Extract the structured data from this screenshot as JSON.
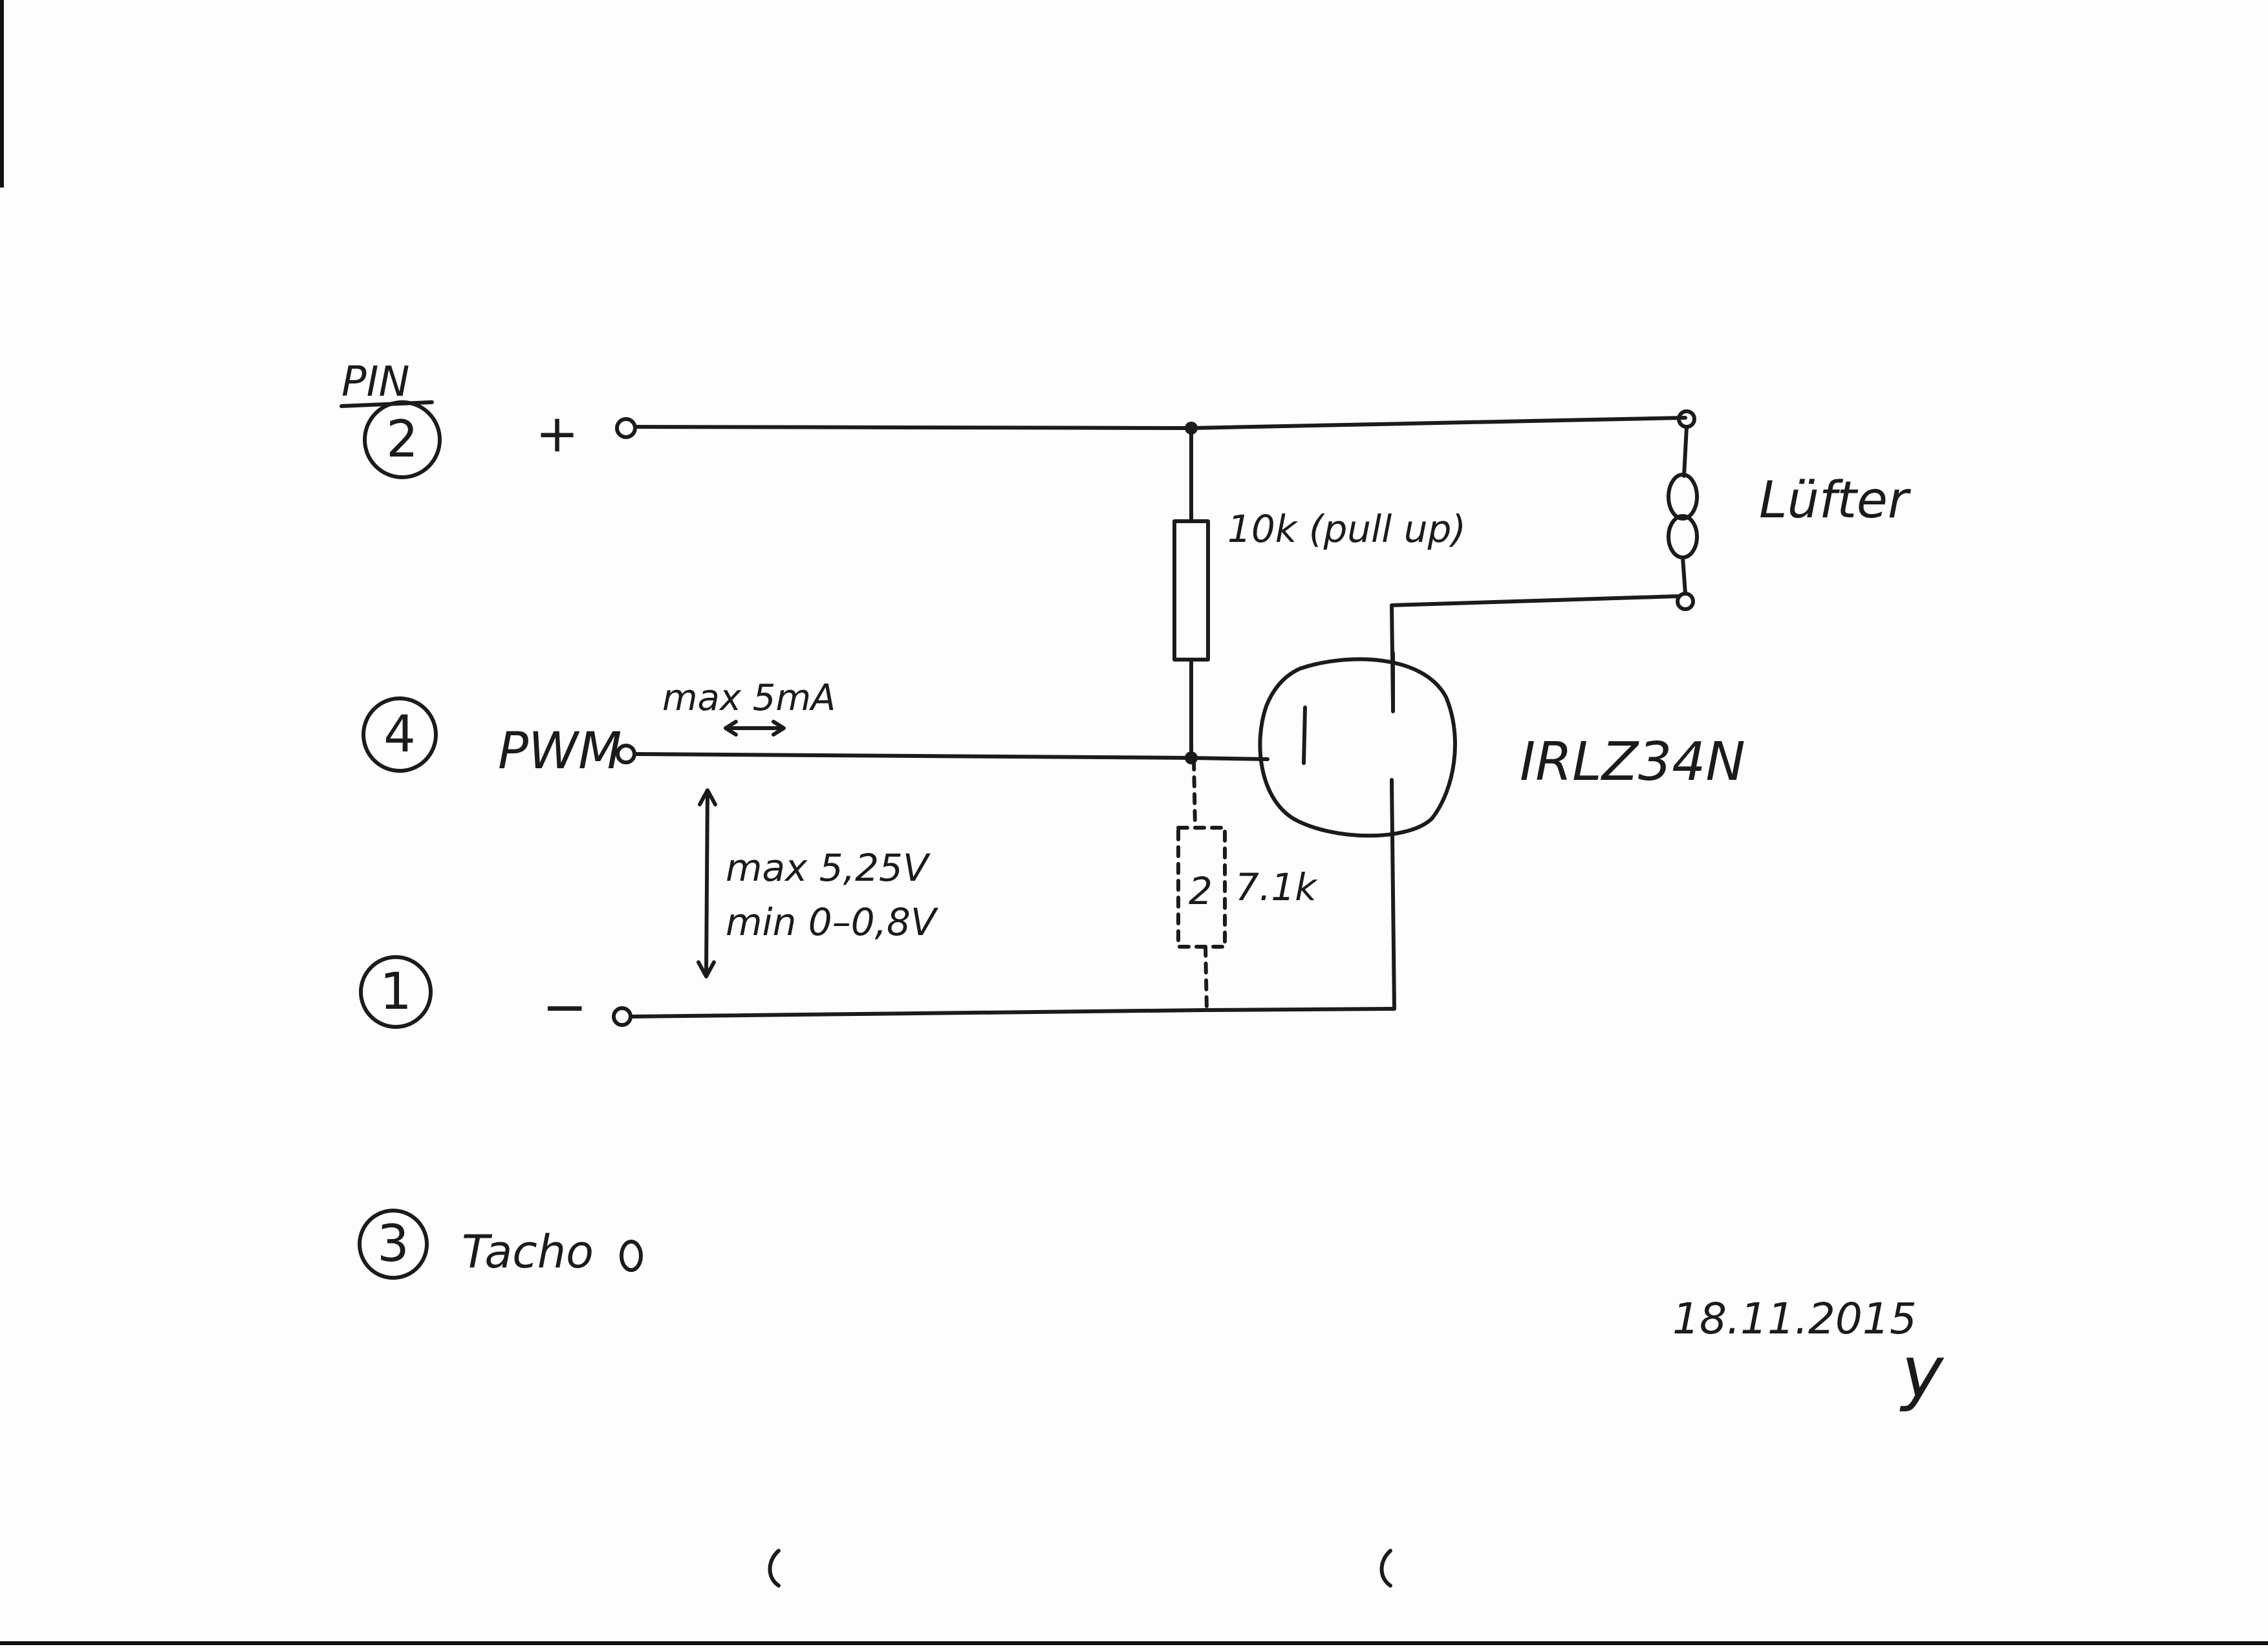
{
  "header": {
    "pin_heading": "PIN"
  },
  "pins": [
    {
      "number": "2",
      "label": "+"
    },
    {
      "number": "4",
      "label": "PWM"
    },
    {
      "number": "1",
      "label": "−"
    },
    {
      "number": "3",
      "label": "Tacho"
    }
  ],
  "components": {
    "pullup_resistor": {
      "label": "10k (pull up)"
    },
    "pulldown_resistor": {
      "marker": "2",
      "label": "7.1k"
    },
    "fan": {
      "label": "Lüfter"
    },
    "mosfet": {
      "label": "IRLZ34N"
    }
  },
  "annotations": {
    "current_limit": "max 5mA",
    "voltage_max": "max 5,25V",
    "voltage_min": "min 0–0,8V"
  },
  "footer": {
    "date": "18.11.2015",
    "signature": "y"
  },
  "colors": {
    "ink": "#1b1b1b",
    "paper": "#fdfdfd"
  }
}
